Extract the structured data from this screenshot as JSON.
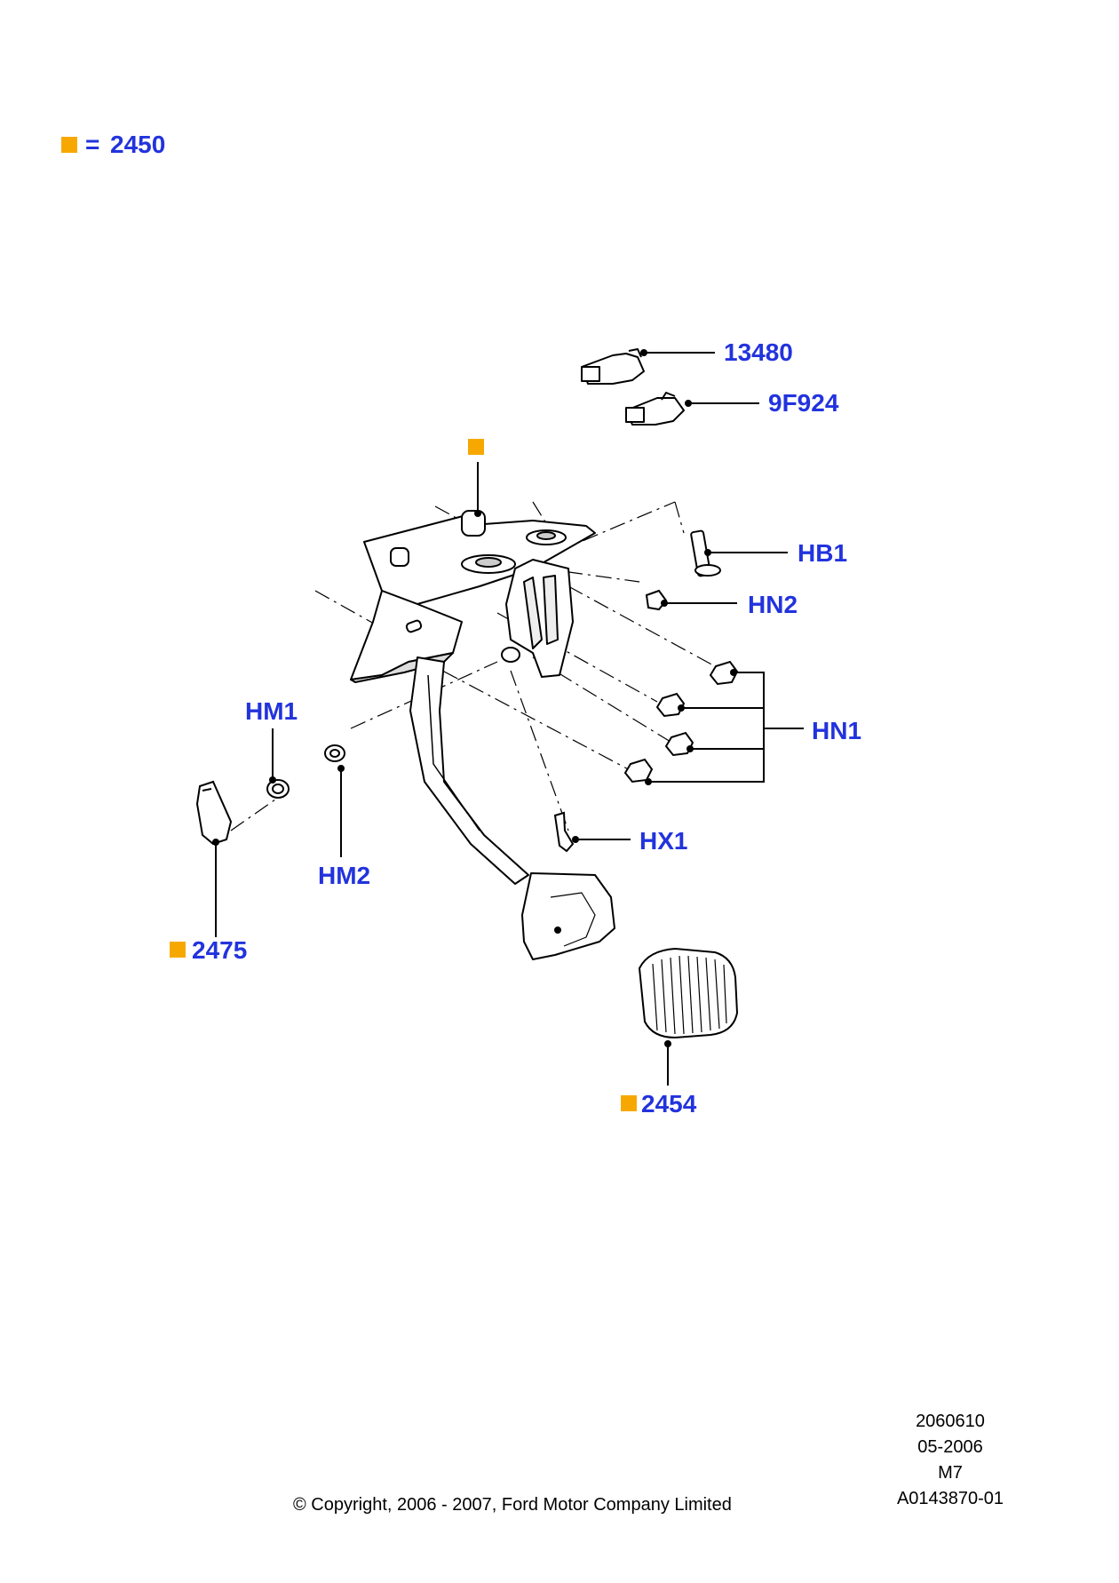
{
  "colors": {
    "label": "#2233dd",
    "marker": "#f7a800",
    "line": "#000000"
  },
  "legend": {
    "equals": "=",
    "number": "2450"
  },
  "callouts": {
    "c13480": "13480",
    "c9f924": "9F924",
    "hb1": "HB1",
    "hn2": "HN2",
    "hn1": "HN1",
    "hm1": "HM1",
    "hm2": "HM2",
    "hx1": "HX1",
    "c2475": "2475",
    "c2454": "2454"
  },
  "info": {
    "line1": "2060610",
    "line2": "05-2006",
    "line3": "M7",
    "line4": "A0143870-01"
  },
  "copyright": "© Copyright, 2006 - 2007, Ford Motor Company Limited"
}
